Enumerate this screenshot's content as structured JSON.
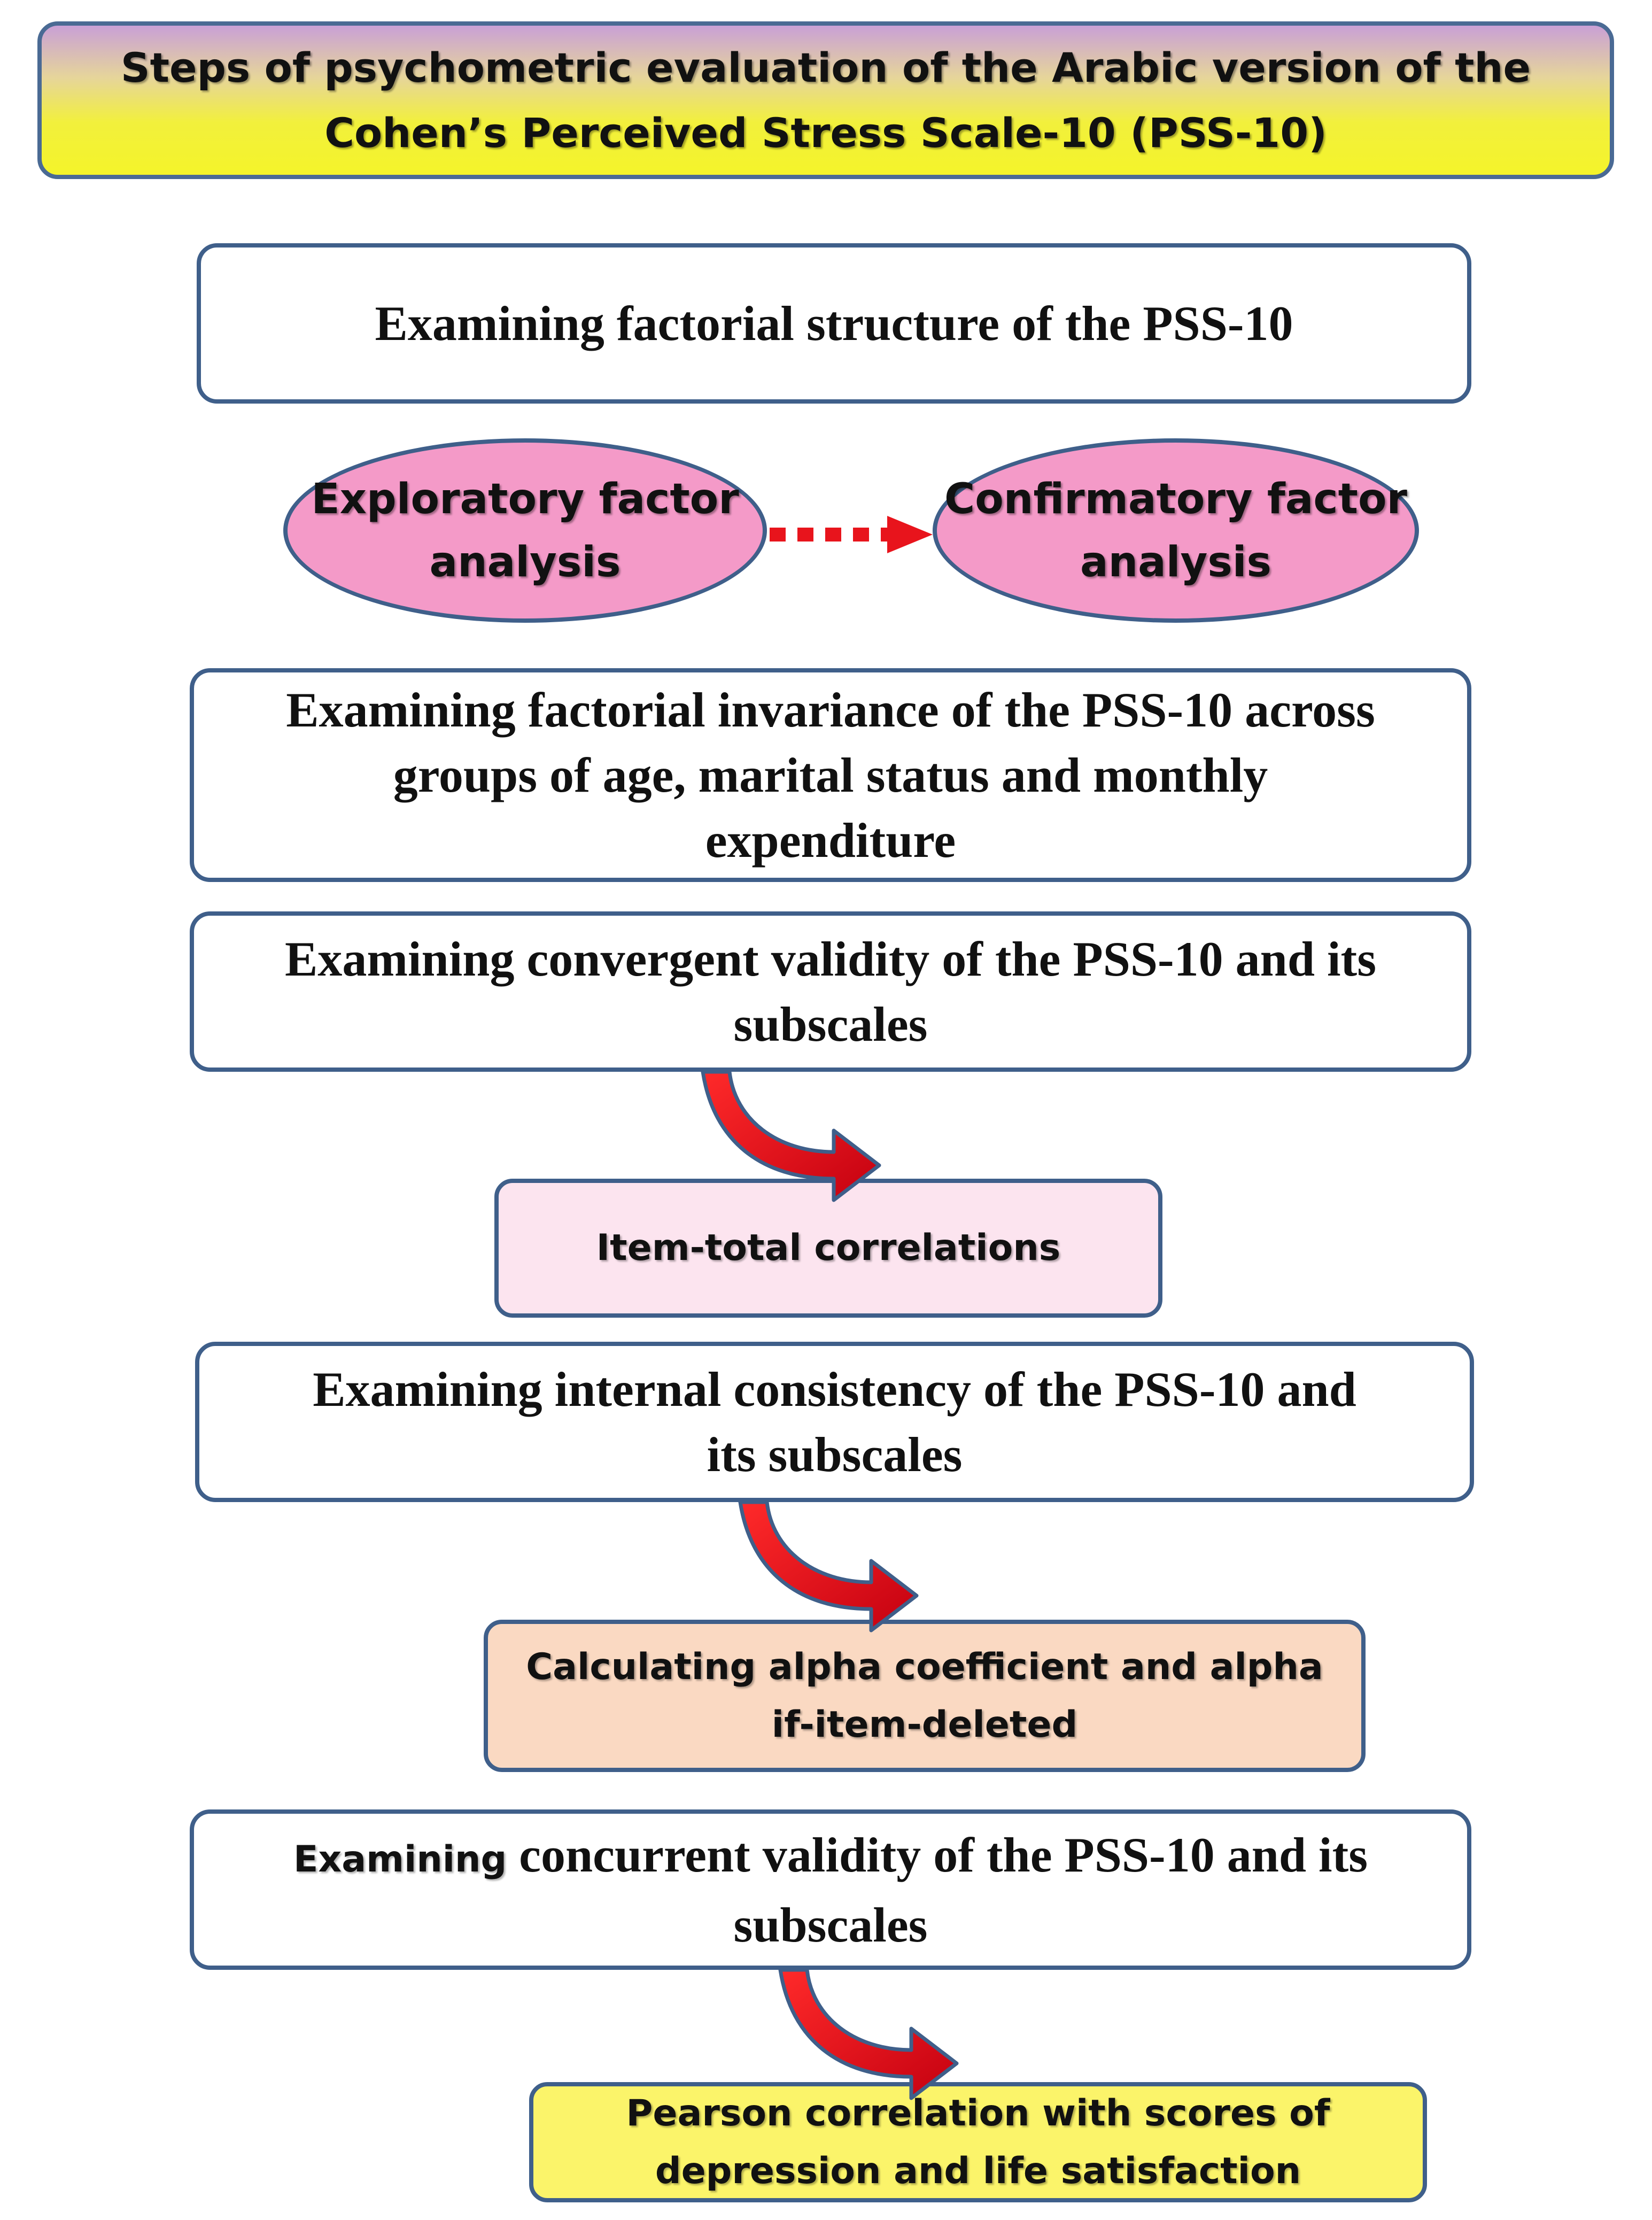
{
  "title": {
    "line1": "Steps of psychometric evaluation of the Arabic version of the",
    "line2": "Cohen’s Perceived Stress Scale-10 (PSS-10)"
  },
  "steps": {
    "factorial_structure": "Examining factorial structure of the PSS-10",
    "efa": {
      "line1": "Exploratory factor",
      "line2": "analysis"
    },
    "cfa": {
      "line1": "Confirmatory factor",
      "line2": "analysis"
    },
    "invariance": {
      "line1": "Examining factorial invariance of the PSS-10 across",
      "line2": "groups of age, marital status and monthly",
      "line3": "expenditure"
    },
    "convergent": {
      "line1": "Examining convergent validity of the PSS-10 and its",
      "line2": "subscales"
    },
    "item_total": "Item-total correlations",
    "internal": {
      "line1": "Examining internal consistency of the PSS-10 and",
      "line2": "its subscales"
    },
    "alpha": {
      "line1": "Calculating alpha coefficient and alpha",
      "line2": "if-item-deleted"
    },
    "concurrent": {
      "lead": "Examining",
      "line1": "concurrent validity of the PSS-10 and its",
      "line2": "subscales"
    },
    "pearson": {
      "line1": "Pearson correlation with scores of",
      "line2": "depression and life satisfaction"
    }
  },
  "colors": {
    "border": "#3f5f8a",
    "ellipse_fill": "#f49ac8",
    "item_total_fill": "#fce4ef",
    "alpha_fill": "#fad9c2",
    "pearson_fill": "#fbf46a",
    "arrow_red": "#e8141c"
  }
}
